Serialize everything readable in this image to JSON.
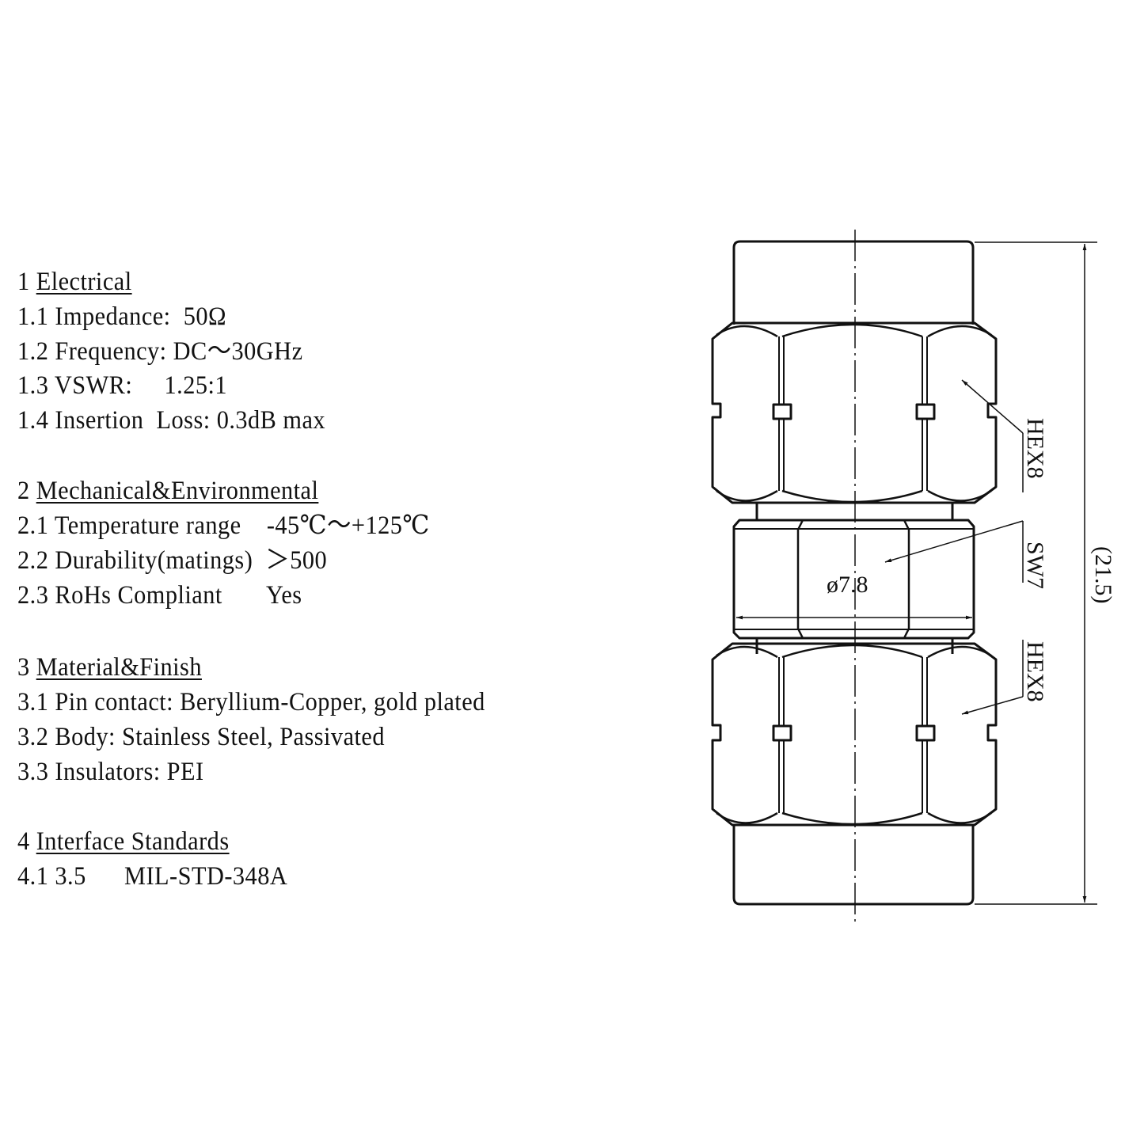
{
  "sections": [
    {
      "number": "1",
      "title": "Electrical",
      "items": [
        {
          "num": "1.1",
          "label": "Impedance:",
          "value": "50Ω"
        },
        {
          "num": "1.2",
          "label": "Frequency:",
          "value": "DC～30GHz"
        },
        {
          "num": "1.3",
          "label": "VSWR:",
          "value": "1.25:1"
        },
        {
          "num": "1.4",
          "label": "Insertion  Loss:",
          "value": "0.3dB max"
        }
      ]
    },
    {
      "number": "2",
      "title": "Mechanical&Environmental",
      "items": [
        {
          "num": "2.1",
          "label": "Temperature range",
          "value": "-45℃～+125℃"
        },
        {
          "num": "2.2",
          "label": "Durability(matings)",
          "value": "＞500"
        },
        {
          "num": "2.3",
          "label": "RoHs Compliant",
          "value": "Yes"
        }
      ]
    },
    {
      "number": "3",
      "title": "Material&Finish",
      "items": [
        {
          "num": "3.1",
          "label": "Pin contact:",
          "value": "Beryllium-Copper, gold plated"
        },
        {
          "num": "3.2",
          "label": "Body:",
          "value": "Stainless Steel, Passivated"
        },
        {
          "num": "3.3",
          "label": "Insulators:",
          "value": "PEI"
        }
      ]
    },
    {
      "number": "4",
      "title": "Interface Standards",
      "items": [
        {
          "num": "4.1",
          "label": "3.5",
          "value": "MIL-STD-348A"
        }
      ]
    }
  ],
  "drawing": {
    "hex_top_label": "HEX8",
    "wrench_label": "SW7",
    "hex_bottom_label": "HEX8",
    "diameter_label": "ø7.8",
    "overall_length_label": "(21.5)"
  }
}
